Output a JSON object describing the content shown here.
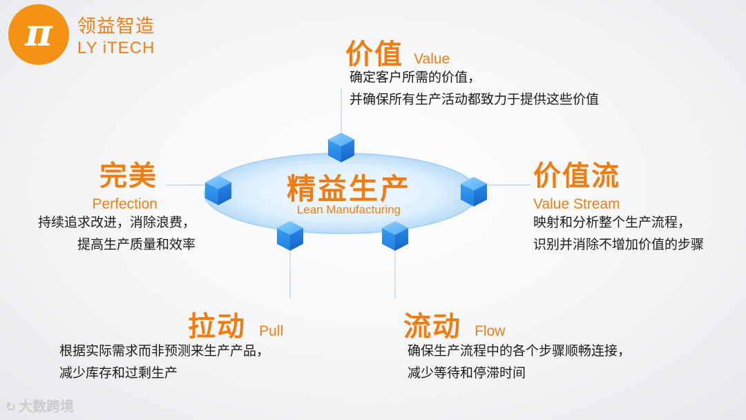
{
  "logo": {
    "symbol": "π",
    "name_cn": "领益智造",
    "name_en": "LY iTECH",
    "color": "#f39214"
  },
  "center": {
    "title_cn": "精益生产",
    "title_en": "Lean Manufacturing"
  },
  "principles": {
    "value": {
      "title_cn": "价值",
      "title_en": "Value",
      "lines": [
        "确定客户所需的价值，",
        "并确保所有生产活动都致力于提供这些价值"
      ]
    },
    "value_stream": {
      "title_cn": "价值流",
      "title_en": "Value Stream",
      "lines": [
        "映射和分析整个生产流程，",
        "识别并消除不增加价值的步骤"
      ]
    },
    "flow": {
      "title_cn": "流动",
      "title_en": "Flow",
      "lines": [
        "确保生产流程中的各个步骤顺畅连接，",
        "减少等待和停滞时间"
      ]
    },
    "pull": {
      "title_cn": "拉动",
      "title_en": "Pull",
      "lines": [
        "根据实际需求而非预测来生产产品，",
        "减少库存和过剩生产"
      ]
    },
    "perfection": {
      "title_cn": "完美",
      "title_en": "Perfection",
      "lines": [
        "持续追求改进，消除浪费，",
        "提高生产质量和效率"
      ]
    }
  },
  "watermark": "大数跨境",
  "colors": {
    "accent": "#f07d12",
    "cube": "#2a8ff0",
    "ring": "#bfe0fa"
  }
}
